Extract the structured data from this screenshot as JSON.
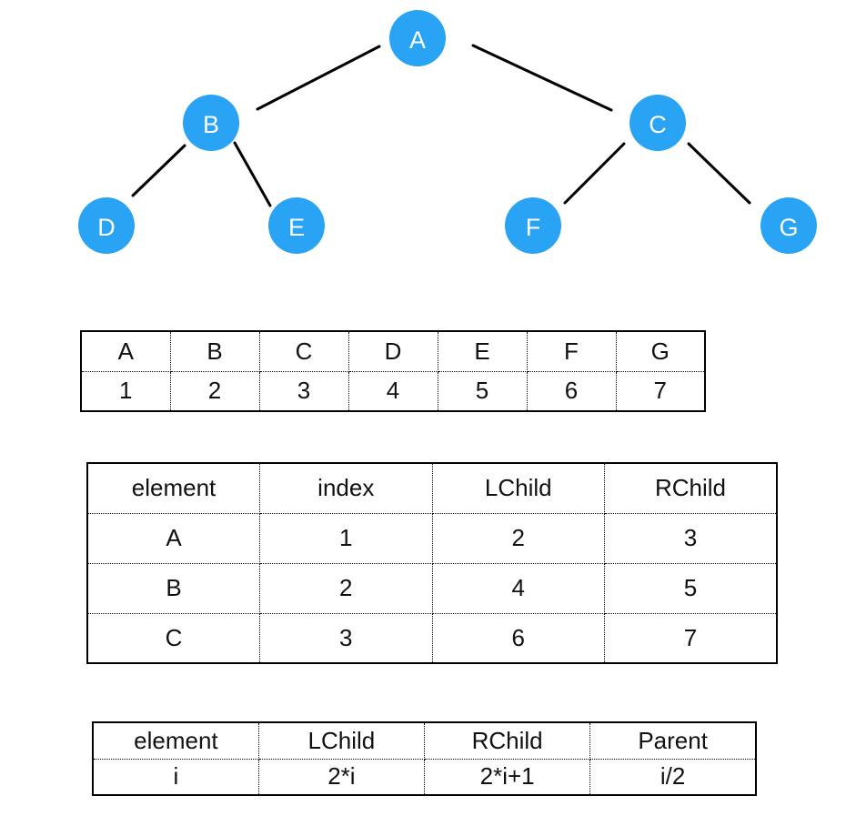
{
  "theme": {
    "node_fill": "#29A3F4",
    "node_label_color": "#FFFFFF",
    "edge_color": "#000000",
    "table_border_color": "#000000",
    "background": "#FFFFFF"
  },
  "tree": {
    "nodes": [
      {
        "id": "A",
        "label": "A"
      },
      {
        "id": "B",
        "label": "B"
      },
      {
        "id": "C",
        "label": "C"
      },
      {
        "id": "D",
        "label": "D"
      },
      {
        "id": "E",
        "label": "E"
      },
      {
        "id": "F",
        "label": "F"
      },
      {
        "id": "G",
        "label": "G"
      }
    ],
    "edges": [
      [
        "A",
        "B"
      ],
      [
        "A",
        "C"
      ],
      [
        "B",
        "D"
      ],
      [
        "B",
        "E"
      ],
      [
        "C",
        "F"
      ],
      [
        "C",
        "G"
      ]
    ]
  },
  "array_table": {
    "letters": [
      "A",
      "B",
      "C",
      "D",
      "E",
      "F",
      "G"
    ],
    "indices": [
      "1",
      "2",
      "3",
      "4",
      "5",
      "6",
      "7"
    ]
  },
  "mapping_table": {
    "headers": [
      "element",
      "index",
      "LChild",
      "RChild"
    ],
    "rows": [
      [
        "A",
        "1",
        "2",
        "3"
      ],
      [
        "B",
        "2",
        "4",
        "5"
      ],
      [
        "C",
        "3",
        "6",
        "7"
      ]
    ]
  },
  "formula_table": {
    "headers": [
      "element",
      "LChild",
      "RChild",
      "Parent"
    ],
    "rows": [
      [
        "i",
        "2*i",
        "2*i+1",
        "i/2"
      ]
    ]
  }
}
